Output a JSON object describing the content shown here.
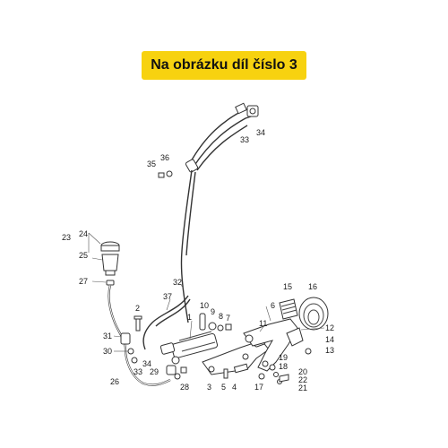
{
  "header": {
    "title": "Na obrázku díl číslo 3"
  },
  "labels": [
    "33",
    "34",
    "35",
    "36",
    "23",
    "24",
    "25",
    "27",
    "32",
    "37",
    "2",
    "10",
    "9",
    "8",
    "7",
    "1",
    "6",
    "11",
    "15",
    "16",
    "12",
    "14",
    "13",
    "31",
    "30",
    "33",
    "34",
    "26",
    "29",
    "28",
    "3",
    "5",
    "4",
    "17",
    "19",
    "18",
    "20",
    "22",
    "21"
  ]
}
